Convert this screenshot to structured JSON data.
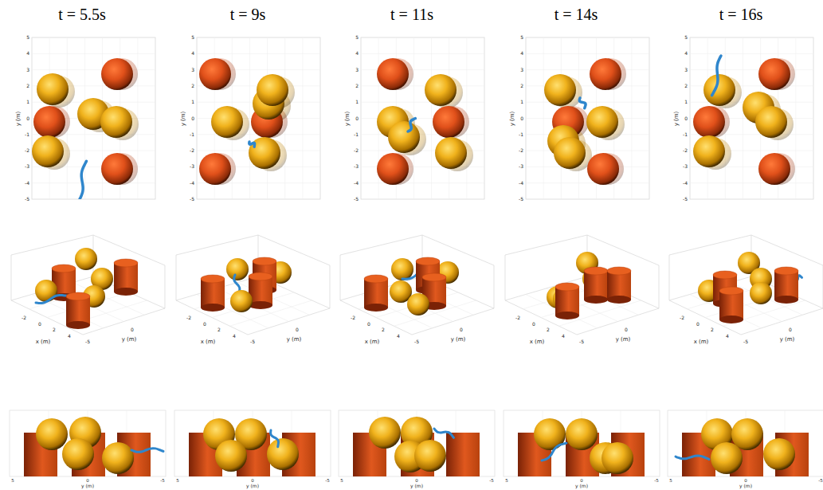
{
  "diagram": {
    "labels": [
      "t = 5.5s",
      "t = 9s",
      "t = 11s",
      "t = 14s",
      "t = 16s",
      "5",
      "4",
      "3",
      "2",
      "1",
      "0",
      "-1",
      "-2",
      "-3",
      "-4",
      "-5",
      "y (m)",
      "5",
      "4",
      "3",
      "2",
      "1",
      "0",
      "-1",
      "-2",
      "-3",
      "-4",
      "-5",
      "y (m)",
      "5",
      "4",
      "3",
      "2",
      "1",
      "0",
      "-1",
      "-2",
      "-3",
      "-4",
      "-5",
      "y (m)",
      "5",
      "4",
      "3",
      "2",
      "1",
      "0",
      "-1",
      "-2",
      "-3",
      "-4",
      "-5",
      "y (m)",
      "5",
      "4",
      "3",
      "2",
      "1",
      "0",
      "-1",
      "-2",
      "-3",
      "-4",
      "-5",
      "y (m)",
      "-2",
      "0",
      "2",
      "4",
      "x (m)",
      "-5",
      "0",
      "y (m)",
      "-2",
      "0",
      "2",
      "4",
      "x (m)",
      "-5",
      "0",
      "y (m)",
      "-2",
      "0",
      "2",
      "4",
      "x (m)",
      "-5",
      "0",
      "y (m)",
      "-2",
      "0",
      "2",
      "4",
      "x (m)",
      "-5",
      "0",
      "y (m)",
      "-2",
      "0",
      "2",
      "4",
      "x (m)",
      "-5",
      "0",
      "y (m)",
      "5",
      "0",
      "-5",
      "y (m)",
      "5",
      "0",
      "-5",
      "y (m)",
      "5",
      "0",
      "-5",
      "y (m)",
      "5",
      "0",
      "-5",
      "y (m)",
      "5",
      "0",
      "-5",
      "y (m)"
    ]
  }
}
